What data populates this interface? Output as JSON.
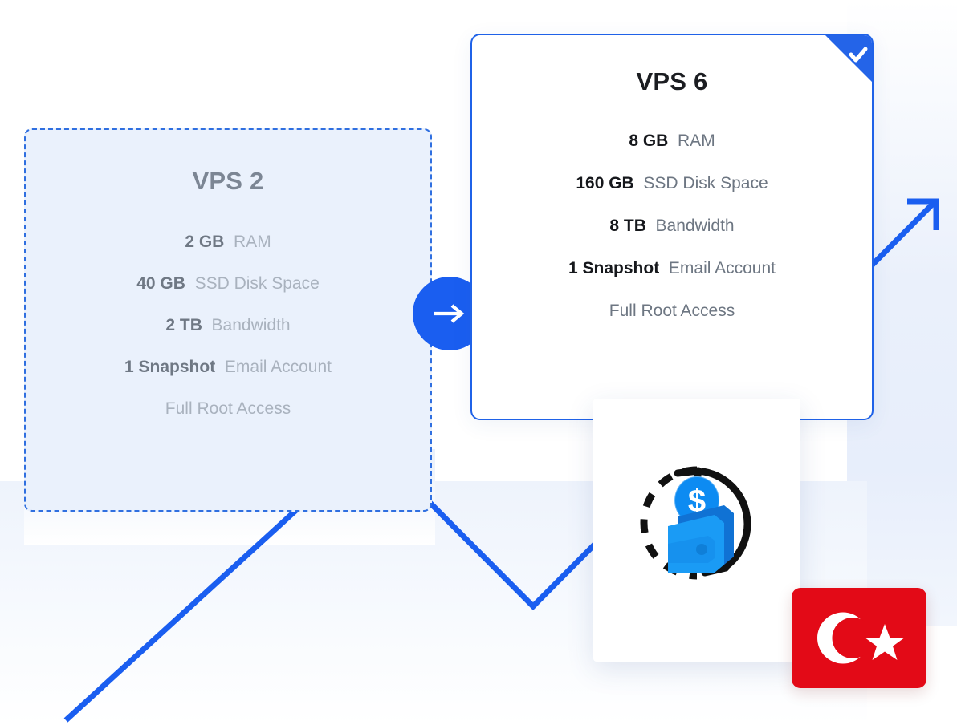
{
  "plans": {
    "current": {
      "name": "VPS 2",
      "state": "current",
      "specs": [
        {
          "value": "2 GB",
          "label": "RAM"
        },
        {
          "value": "40 GB",
          "label": "SSD Disk Space"
        },
        {
          "value": "2 TB",
          "label": "Bandwidth"
        },
        {
          "value": "1 Snapshot",
          "label": "Email Account"
        },
        {
          "value": "",
          "label": "Full Root Access"
        }
      ]
    },
    "target": {
      "name": "VPS 6",
      "state": "selected",
      "badge_icon": "check-icon",
      "specs": [
        {
          "value": "8 GB",
          "label": "RAM"
        },
        {
          "value": "160 GB",
          "label": "SSD Disk Space"
        },
        {
          "value": "8 TB",
          "label": "Bandwidth"
        },
        {
          "value": "1 Snapshot",
          "label": "Email Account"
        },
        {
          "value": "",
          "label": "Full Root Access"
        }
      ]
    }
  },
  "upgrade_arrow": {
    "icon": "arrow-right-icon"
  },
  "cashback": {
    "icon": "wallet-refresh-icon"
  },
  "flag": {
    "icon": "turkey-flag-icon",
    "country": "Turkey"
  },
  "colors": {
    "accent_blue": "#1a5ef0",
    "card_border_blue": "#1f62e8",
    "muted_card_bg": "#eaf1fc",
    "muted_text": "#a9b2be",
    "muted_strong_text": "#6f7884",
    "dark_text": "#16181c",
    "spec_text": "#6d7682",
    "flag_red": "#e30a17",
    "flag_white": "#ffffff",
    "wallet_blue": "#0d8bf2",
    "wallet_dark_blue": "#1072d4"
  },
  "chart_data": {
    "type": "line",
    "title": "",
    "xlabel": "",
    "ylabel": "",
    "grid": false,
    "legend": "none",
    "series": [
      {
        "name": "growth",
        "color": "#1a5ef0",
        "points": [
          {
            "x": 82,
            "y": 898
          },
          {
            "x": 461,
            "y": 552
          },
          {
            "x": 664,
            "y": 756
          },
          {
            "x": 1166,
            "y": 250
          }
        ],
        "arrowhead": true
      }
    ]
  }
}
